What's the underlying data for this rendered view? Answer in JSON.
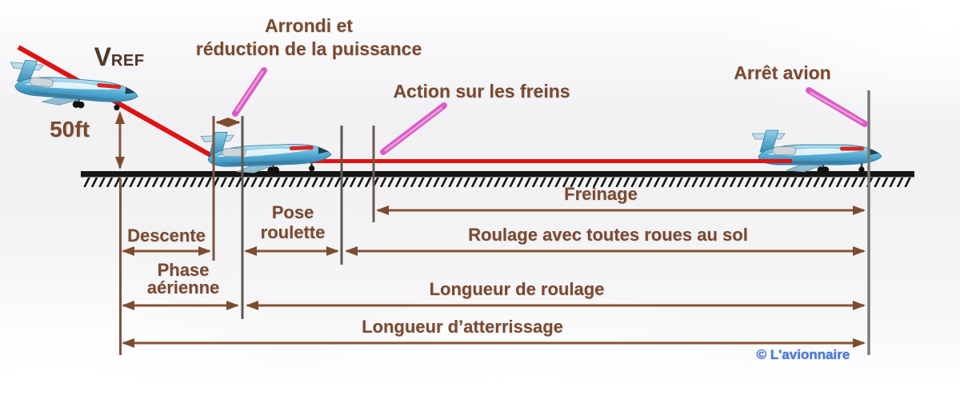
{
  "diagram": {
    "vref": {
      "v": "V",
      "ref": "REF"
    },
    "height_label": "50ft",
    "annotations": {
      "arrondi_line1": "Arrondi et",
      "arrondi_line2": "réduction de la puissance",
      "action_freins": "Action sur les freins",
      "arret_avion": "Arrêt avion"
    },
    "phases": {
      "descente": "Descente",
      "pose_line1": "Pose",
      "pose_line2": "roulette",
      "phase_line1": "Phase",
      "phase_line2": "aérienne",
      "freinage": "Freinage",
      "roulage_sol": "Roulage avec toutes roues au sol",
      "longueur_roulage": "Longueur de roulage",
      "longueur_atterrissage": "Longueur d’atterrissage"
    },
    "credit": "© L'avionnaire",
    "icons": [
      "airplane-icon",
      "airplane-icon",
      "airplane-icon"
    ],
    "colors": {
      "text_brown": "#7a4a30",
      "text_dark_brown": "#503728",
      "arrow_brown": "#875335",
      "arrowhead_brown": "#7d4c2f",
      "glide_red": "#e01212",
      "callout_magenta": "#d95cc5",
      "callout_magenta_light": "#f0a0e0",
      "credit_blue": "#4a7cd8",
      "runway_black": "#151515"
    }
  }
}
